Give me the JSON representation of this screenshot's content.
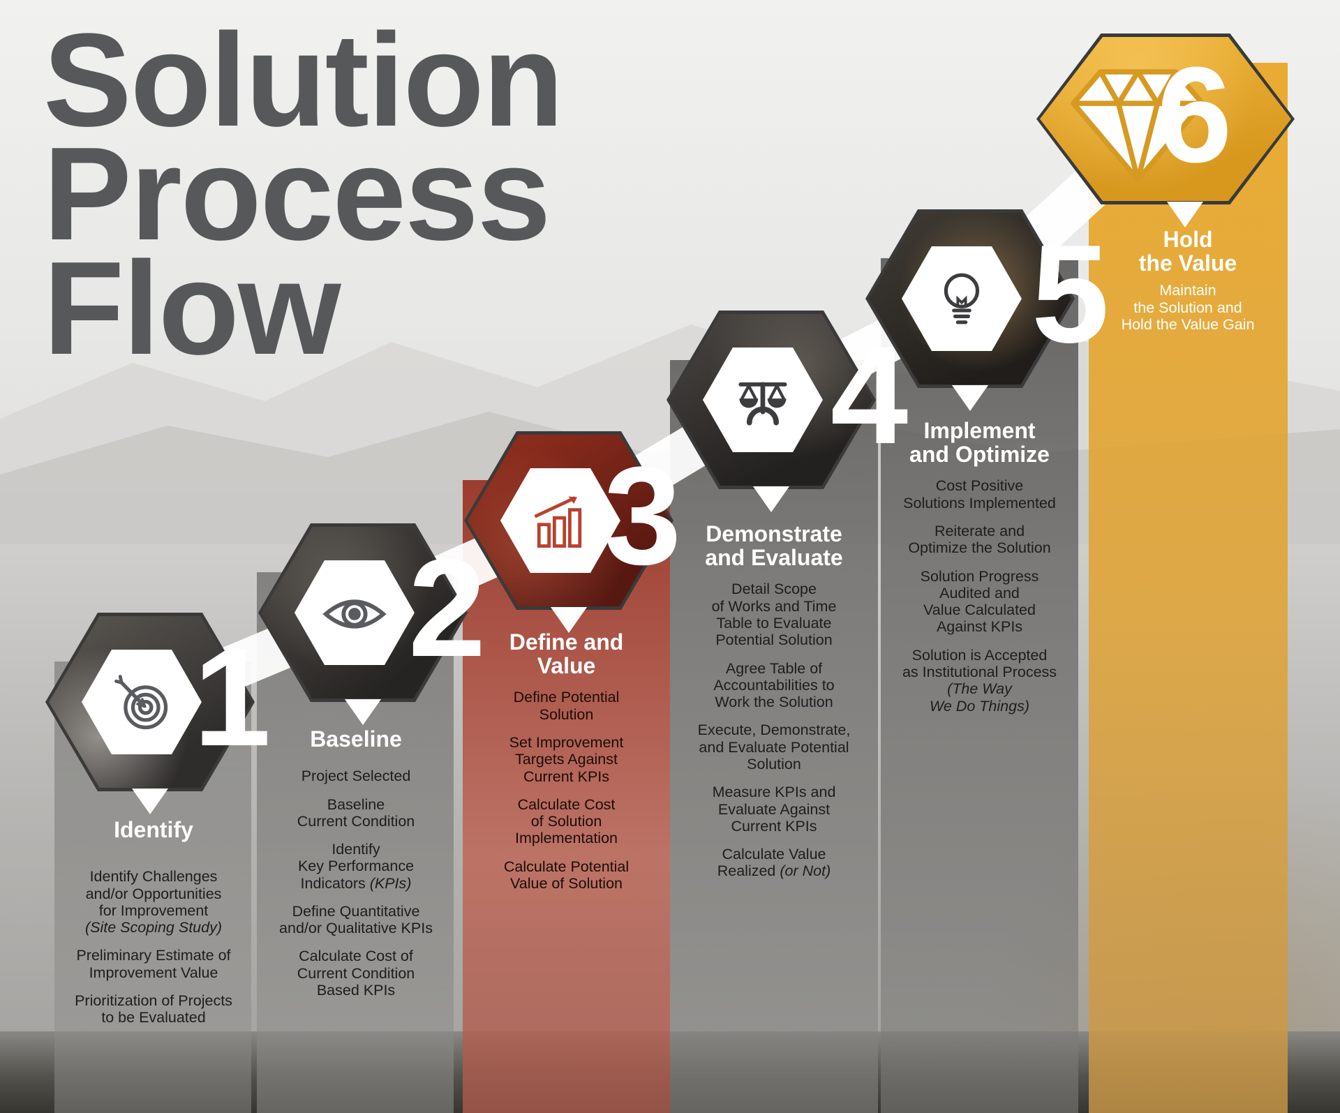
{
  "title": {
    "lines": [
      "Solution",
      "Process",
      "Flow"
    ]
  },
  "steps": [
    {
      "number": "1",
      "icon": "target-icon",
      "heading": "Identify",
      "items": [
        "Identify Challenges\nand/or Opportunities\nfor Improvement\n(Site Scoping Study)",
        "Preliminary Estimate of\nImprovement Value",
        "Prioritization of Projects\nto be Evaluated"
      ]
    },
    {
      "number": "2",
      "icon": "eye-icon",
      "heading": "Baseline",
      "items": [
        "Project Selected",
        "Baseline\nCurrent Condition",
        "Identify\nKey Performance\nIndicators (KPIs)",
        "Define Quantitative\nand/or Qualitative KPIs",
        "Calculate Cost of\nCurrent Condition\nBased KPIs"
      ]
    },
    {
      "number": "3",
      "icon": "bar-chart-icon",
      "heading": "Define and\nValue",
      "items": [
        "Define Potential\nSolution",
        "Set Improvement\nTargets Against\nCurrent KPIs",
        "Calculate Cost\nof Solution\nImplementation",
        "Calculate Potential\nValue of Solution"
      ]
    },
    {
      "number": "4",
      "icon": "scales-icon",
      "heading": "Demonstrate\nand Evaluate",
      "items": [
        "Detail Scope\nof Works and Time\nTable to Evaluate\nPotential Solution",
        "Agree Table of\nAccountabilities to\nWork the Solution",
        "Execute, Demonstrate,\nand Evaluate Potential\nSolution",
        "Measure KPIs and\nEvaluate Against\nCurrent KPIs",
        "Calculate Value\nRealized (or Not)"
      ]
    },
    {
      "number": "5",
      "icon": "lightbulb-icon",
      "heading": "Implement\nand Optimize",
      "items": [
        "Cost Positive\nSolutions Implemented",
        "Reiterate and\nOptimize the Solution",
        "Solution Progress\nAudited and\nValue Calculated\nAgainst KPIs",
        "Solution is Accepted\nas Institutional Process\n(The Way\nWe Do Things)"
      ]
    },
    {
      "number": "6",
      "icon": "diamond-icon",
      "heading": "Hold\nthe Value",
      "items": [
        "Maintain\nthe Solution and\nHold the Value Gain"
      ]
    }
  ],
  "colors": {
    "title_text": "#57585a",
    "heading_text": "#ffffff",
    "body_text": "#1d1d1d",
    "step3_red": "#97301f",
    "step6_gold": "#e2a42e",
    "icon_gray": "#5a5b5e",
    "icon_red": "#b8422e",
    "icon_dark": "#3d3d40",
    "gem_gold": "#d69a23"
  }
}
